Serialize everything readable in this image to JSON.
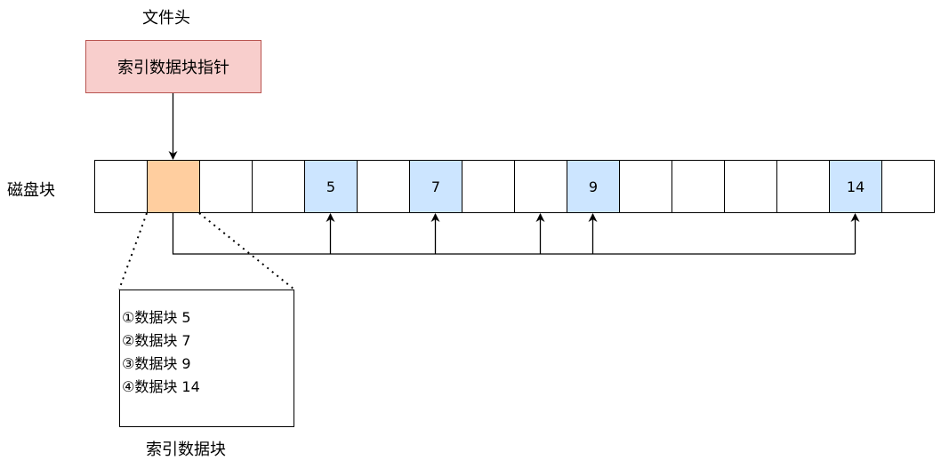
{
  "labels": {
    "file_header": "文件头",
    "disk_blocks": "磁盘块",
    "index_block": "索引数据块"
  },
  "pointer_box": {
    "text": "索引数据块指针"
  },
  "disk": {
    "cells": [
      "",
      "",
      "",
      "",
      "5",
      "",
      "7",
      "",
      "",
      "9",
      "",
      "",
      "",
      "",
      "14",
      ""
    ],
    "index_cell": 1,
    "highlighted_cells": [
      4,
      6,
      9,
      14
    ],
    "arrow_targets": [
      4,
      6,
      8,
      9,
      14
    ]
  },
  "index_entries": [
    {
      "marker": "①",
      "text": "数据块 5"
    },
    {
      "marker": "②",
      "text": "数据块 7"
    },
    {
      "marker": "③",
      "text": "数据块 9"
    },
    {
      "marker": "④",
      "text": "数据块 14"
    }
  ],
  "colors": {
    "pointer_fill": "#f8cecc",
    "pointer_stroke": "#b85450",
    "index_cell_fill": "#ffce9f",
    "data_cell_fill": "#cce5ff",
    "line": "#000000"
  }
}
